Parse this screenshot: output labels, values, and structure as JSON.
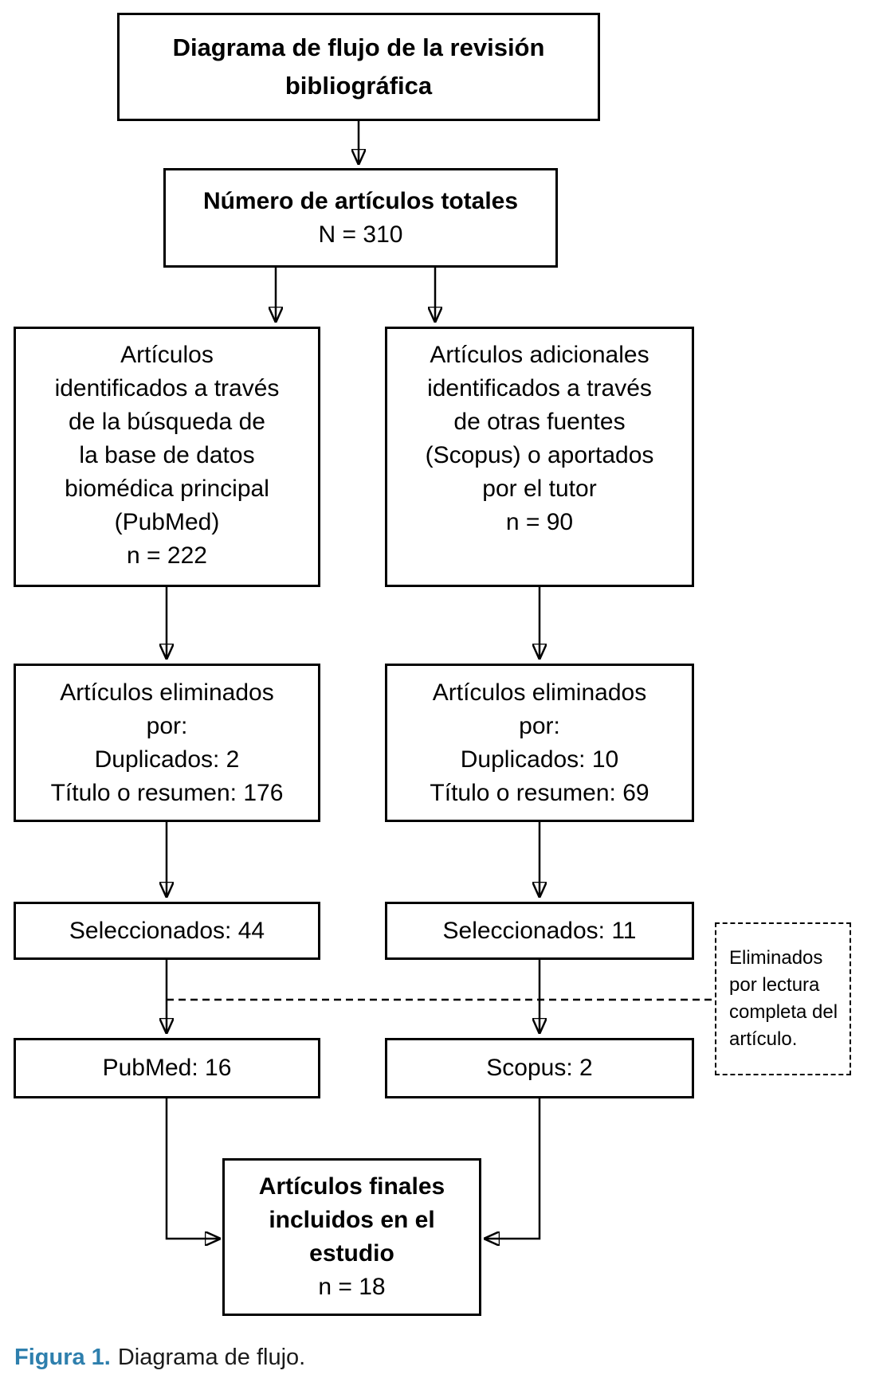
{
  "page": {
    "background": "#ffffff"
  },
  "colors": {
    "line": "#000000",
    "text": "#000000",
    "caption_accent": "#2e7fad"
  },
  "nodes": {
    "title": {
      "text": "Diagrama de flujo de la revisión\nbibliográfica"
    },
    "totals": {
      "heading": "Número de artículos totales",
      "value": "N = 310"
    },
    "pubmed_source": {
      "text": "Artículos\nidentificados a través\nde la búsqueda de\nla base de datos\nbiomédica principal\n(PubMed)\nn = 222"
    },
    "other_source": {
      "text": "Artículos adicionales\nidentificados a través\nde otras fuentes\n(Scopus) o aportados\npor el tutor\nn = 90"
    },
    "pubmed_removed": {
      "text": "Artículos eliminados\npor:\nDuplicados: 2\nTítulo o resumen: 176"
    },
    "other_removed": {
      "text": "Artículos eliminados\npor:\nDuplicados: 10\nTítulo o resumen: 69"
    },
    "pubmed_selected": {
      "text": "Seleccionados: 44"
    },
    "other_selected": {
      "text": "Seleccionados: 11"
    },
    "excluded_note": {
      "text": "Eliminados\npor lectura\ncompleta del\nartículo."
    },
    "pubmed_final": {
      "text": "PubMed: 16"
    },
    "scopus_final": {
      "text": "Scopus: 2"
    },
    "included": {
      "heading": "Artículos finales\nincluidos en el\nestudio",
      "value": "n = 18"
    }
  },
  "caption": {
    "label": "Figura 1.",
    "text": "Diagrama de flujo."
  }
}
